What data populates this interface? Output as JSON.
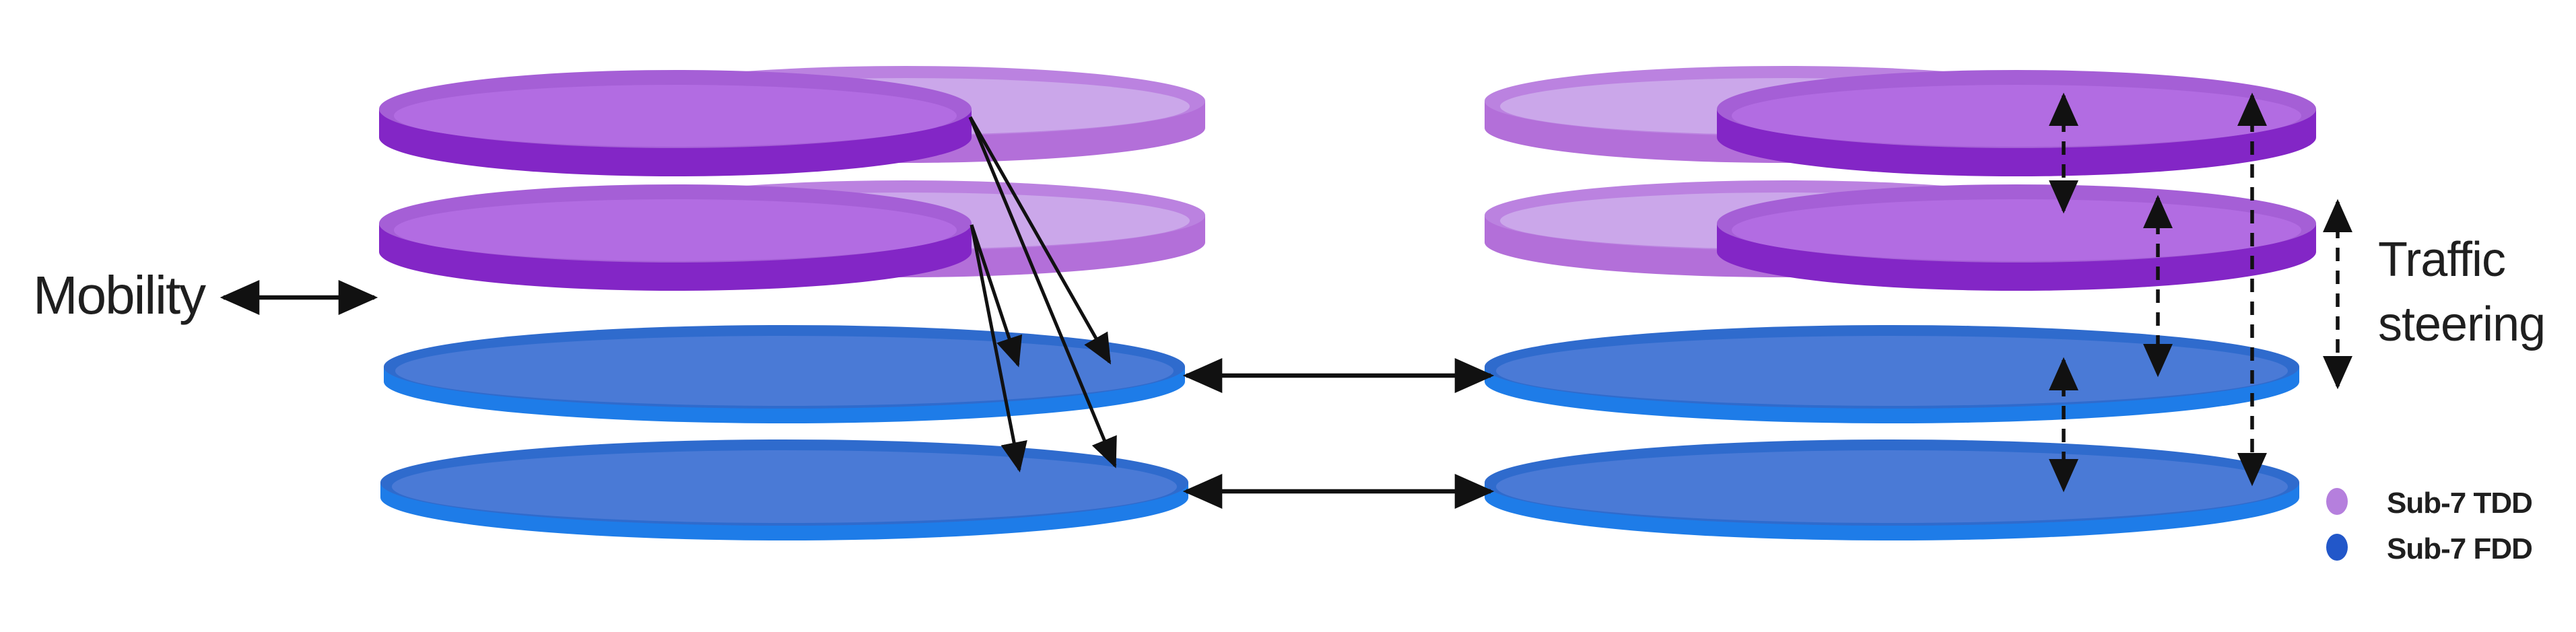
{
  "labels": {
    "mobility": "Mobility",
    "traffic_steering": {
      "lines": [
        "Traffic",
        "steering"
      ]
    }
  },
  "legend": {
    "items": [
      {
        "label": "Sub-7 TDD",
        "color": "#b57fdd"
      },
      {
        "label": "Sub-7 FDD",
        "color": "#2257c9"
      }
    ]
  },
  "colors": {
    "background": "#ffffff",
    "text_color": "#1f1f1f",
    "arrow_color": "#111111",
    "tdd_front_top": "#a55fd6",
    "tdd_front_inner": "#b26ce2",
    "tdd_front_side": "#8326c6",
    "tdd_back_top": "#b678de",
    "tdd_back_inner": "#c7a0e9",
    "tdd_back_side": "#ad63d6",
    "fdd_top": "#4a7ad6",
    "fdd_edge": "#2f6bcd",
    "fdd_side": "#1e7ce8"
  },
  "diagram": {
    "clusters": [
      {
        "name": "left-cell",
        "layers": [
          "Sub-7 TDD",
          "Sub-7 TDD",
          "Sub-7 FDD",
          "Sub-7 FDD"
        ]
      },
      {
        "name": "right-cell",
        "layers": [
          "Sub-7 TDD",
          "Sub-7 TDD",
          "Sub-7 FDD",
          "Sub-7 FDD"
        ]
      }
    ],
    "relations": {
      "mobility": "solid horizontal double arrows between the FDD layers of the two cells",
      "traffic_steering": "dashed vertical double arrows between layers inside the right cell",
      "layer_mapping": "solid arrows from the TDD layer edges down to the FDD layers in the left cell"
    }
  }
}
